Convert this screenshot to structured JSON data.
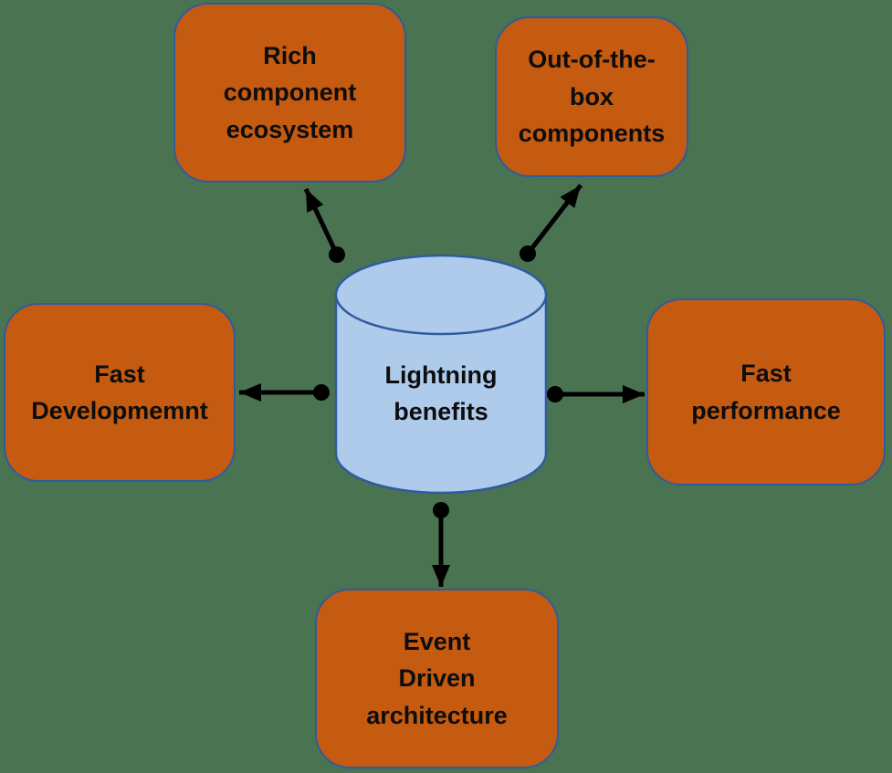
{
  "diagram": {
    "title": "Lightning benefits diagram",
    "center": {
      "id": "lightning-benefits",
      "shape": "cylinder",
      "label": "Lightning\nbenefits"
    },
    "nodes": [
      {
        "id": "rich-component-ecosystem",
        "position": "top-left",
        "label": "Rich\ncomponent\necosystem"
      },
      {
        "id": "out-of-the-box-components",
        "position": "top-right",
        "label": "Out-of-the-\nbox\ncomponents"
      },
      {
        "id": "fast-development",
        "position": "left",
        "label": "Fast\nDevelopmemnt"
      },
      {
        "id": "fast-performance",
        "position": "right",
        "label": "Fast\nperformance"
      },
      {
        "id": "event-driven-architecture",
        "position": "bottom",
        "label": "Event\nDriven\narchitecture"
      }
    ],
    "arrows": [
      {
        "from": "lightning-benefits",
        "to": "rich-component-ecosystem"
      },
      {
        "from": "lightning-benefits",
        "to": "out-of-the-box-components"
      },
      {
        "from": "lightning-benefits",
        "to": "fast-development"
      },
      {
        "from": "lightning-benefits",
        "to": "fast-performance"
      },
      {
        "from": "lightning-benefits",
        "to": "event-driven-architecture"
      }
    ],
    "colors": {
      "background": "#4A7351",
      "node_fill": "#C55A11",
      "node_border": "#2F5B9E",
      "cylinder_fill": "#AECBEC",
      "cylinder_border": "#2F5B9E",
      "arrow": "#000000",
      "text": "#0D0D0D"
    }
  }
}
